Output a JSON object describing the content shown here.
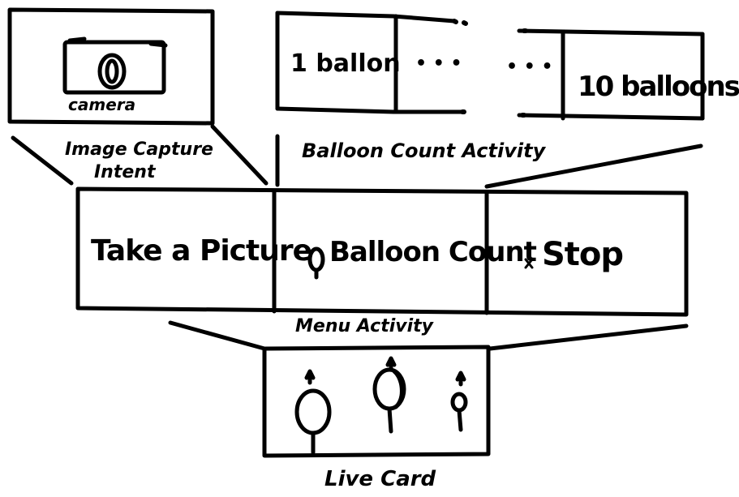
{
  "image_capture": {
    "camera_label": "camera",
    "caption_line1": "Image Capture",
    "caption_line2": "Intent"
  },
  "balloon_count_activity": {
    "first_cell": "1 ballon",
    "ellipsis_left": "• • •",
    "ellipsis_right": "• • •",
    "last_cell": "10 balloons",
    "caption": "Balloon Count Activity"
  },
  "menu_activity": {
    "items": [
      {
        "label": "Take a Picture"
      },
      {
        "label": "Balloon Count"
      },
      {
        "label": "Stop"
      }
    ],
    "caption": "Menu Activity"
  },
  "live_card": {
    "caption": "Live Card"
  },
  "icons": {
    "balloon_item": "balloon-icon",
    "stop_item": "x-icon",
    "camera": "camera-icon"
  }
}
